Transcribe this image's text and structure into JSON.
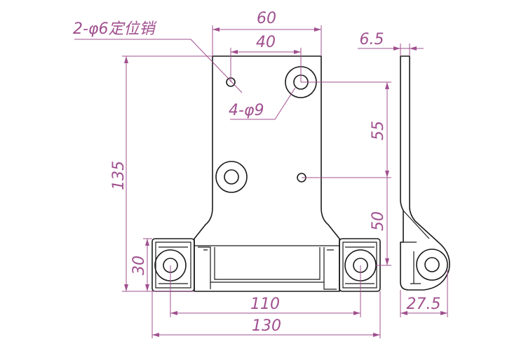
{
  "dimensions": {
    "width_60": "60",
    "width_40": "40",
    "thickness": "6.5",
    "height_135": "135",
    "height_55": "55",
    "height_50": "50",
    "height_30": "30",
    "span_110": "110",
    "span_130": "130",
    "side_275": "27.5"
  },
  "callouts": {
    "locating_pins": "2-φ6定位销",
    "holes": "4-φ9"
  }
}
